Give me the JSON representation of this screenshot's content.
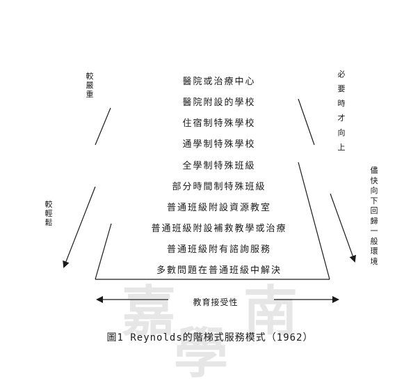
{
  "tiers": [
    "醫院或治療中心",
    "醫院附設的學校",
    "住宿制特殊學校",
    "通學制特殊學校",
    "全學制特殊班級",
    "部分時間制特殊班級",
    "普通班級附設資源教室",
    "普通班級附設補救教學或治療",
    "普通班級附有諮詢服務",
    "多數問題在普通班級中解決"
  ],
  "left_labels": {
    "top": "較嚴重",
    "bottom": "較輕鬆"
  },
  "right_labels": {
    "top": "必要時才向上",
    "bottom": "儘快向下回歸一般環境"
  },
  "axis_label": "教育接受性",
  "caption": "圖1 Reynolds的階梯式服務模式（1962）",
  "watermark": [
    "嘉",
    "南",
    "學"
  ],
  "colors": {
    "line": "#1a1a1a",
    "text": "#1a1a1a",
    "watermark": "#e6e6e6"
  }
}
